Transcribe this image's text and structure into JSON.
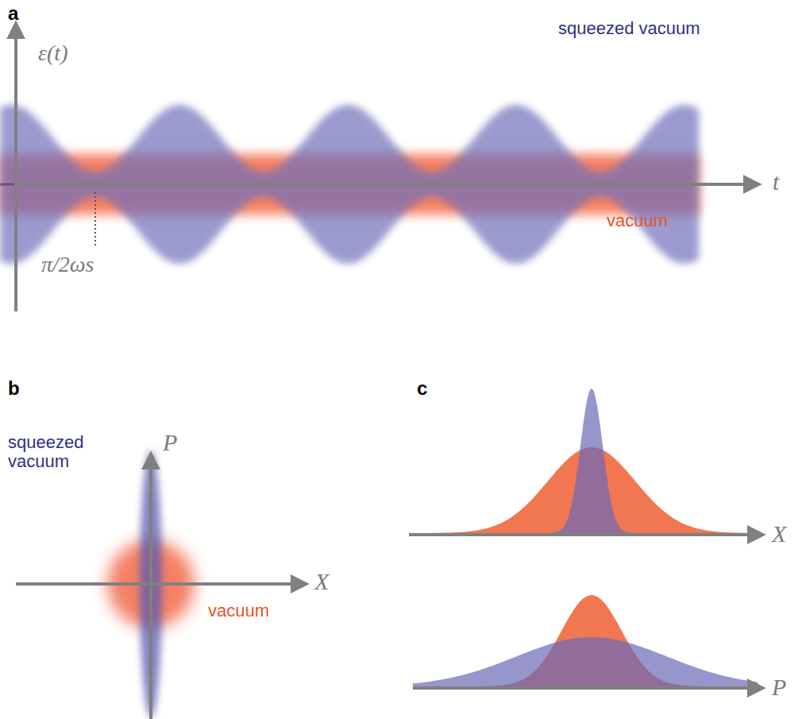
{
  "diagram": {
    "labels": [
      "a",
      "ε(t)",
      "squeezed vacuum",
      "t",
      "π/2ωs",
      "vacuum",
      "b",
      "P",
      "squeezed vacuum",
      "X",
      "vacuum",
      "c",
      "X",
      "P"
    ]
  }
}
